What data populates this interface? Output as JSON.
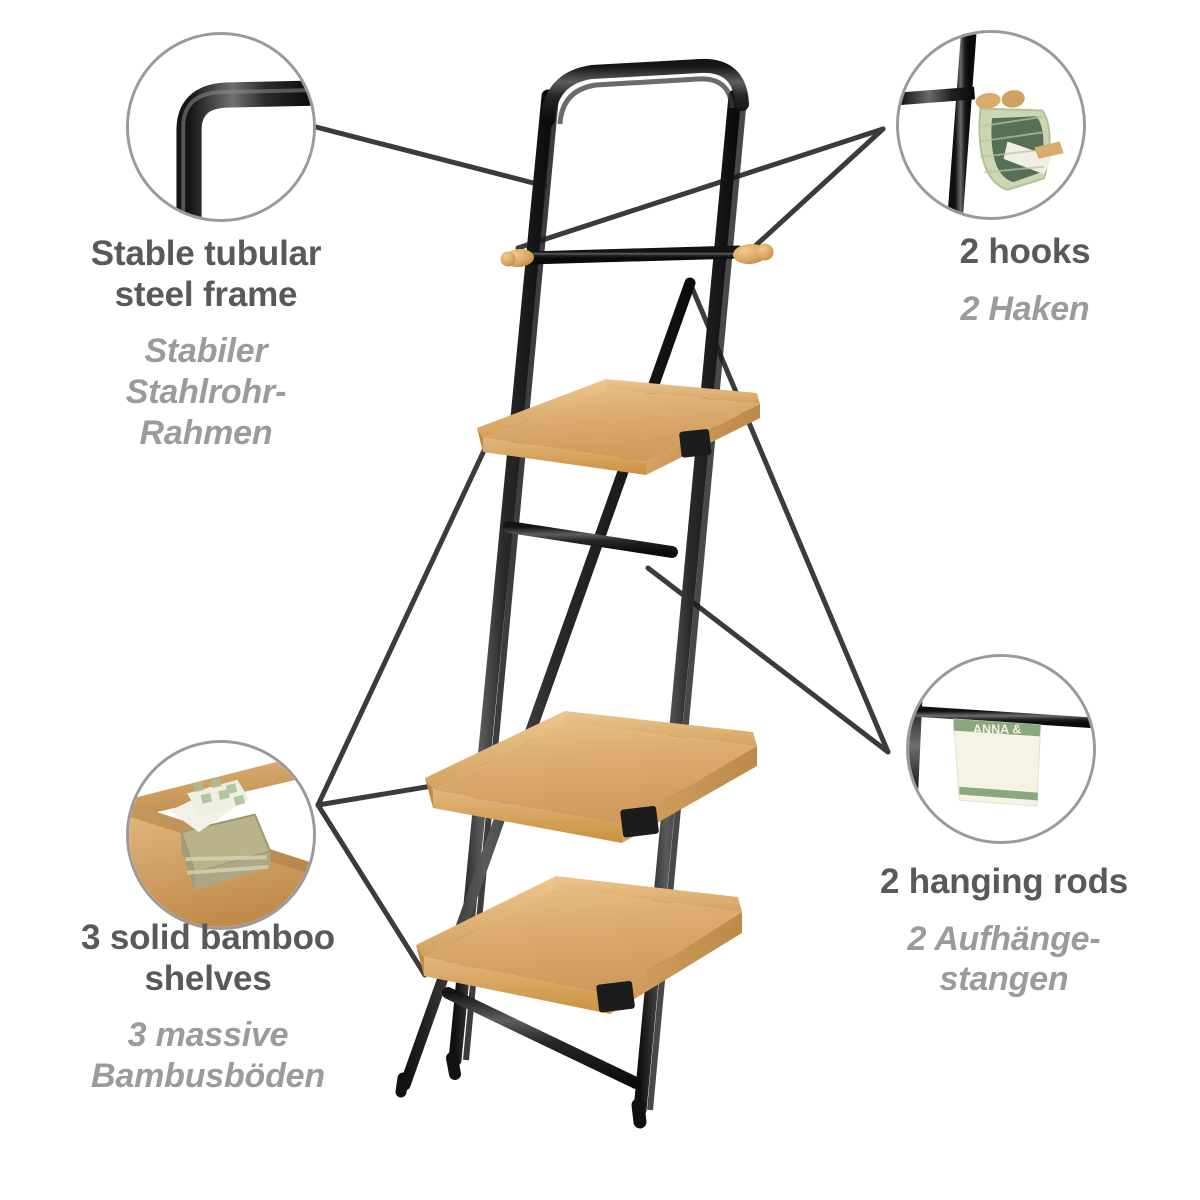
{
  "page": {
    "title": "Bamboo ladder shelf product feature infographic",
    "background_color": "#ffffff",
    "text_color_en": "#595959",
    "text_color_de": "#9b9b9b",
    "circle_border_color": "#9a9a9a",
    "leader_line_color": "#3b3b3b",
    "frame_color": "#222222",
    "bamboo_color": "#d9a košice"
  },
  "callouts": [
    {
      "id": "frame",
      "en": "Stable tubular steel frame",
      "en_lines": [
        "Stable tubular",
        "steel frame"
      ],
      "de": "Stabiler Stahlrohr-Rahmen",
      "de_lines": [
        "Stabiler",
        "Stahlrohr-",
        "Rahmen"
      ],
      "position": "top-left",
      "detail_image": "tubular-steel-corner-closeup"
    },
    {
      "id": "hooks",
      "en": "2 hooks",
      "en_lines": [
        "2 hooks"
      ],
      "de": "2 Haken",
      "de_lines": [
        "2 Haken"
      ],
      "position": "top-right",
      "detail_image": "woven-basket-hanging-on-hook"
    },
    {
      "id": "shelves",
      "en": "3 solid bamboo shelves",
      "en_lines": [
        "3 solid bamboo",
        "shelves"
      ],
      "de": "3 massive Bambusböden",
      "de_lines": [
        "3 massive",
        "Bambusböden"
      ],
      "position": "bottom-left",
      "detail_image": "bamboo-shelf-with-basket-and-towels"
    },
    {
      "id": "rods",
      "en": "2 hanging rods",
      "en_lines": [
        "2 hanging rods"
      ],
      "de": "2 Aufhänge-stangen",
      "de_lines": [
        "2 Aufhänge-",
        "stangen"
      ],
      "position": "bottom-right",
      "detail_image": "towel-on-hanging-rod"
    }
  ],
  "detail_images": {
    "hooks_basket": {
      "basket_color": "#cdd6b4",
      "brush_handle_color": "#d8b479",
      "cloth_color": "#3f5e48"
    },
    "shelves_basket": {
      "shelf_color": "#d2a160",
      "basket_color": "#b9b389",
      "towel_check_color": "#a8bf94"
    },
    "rods_towel": {
      "towel_text": "ANNA &",
      "towel_color": "#f6f3e4",
      "stripe_color": "#8aa87d",
      "rod_color": "#1d1d1d"
    }
  },
  "product": {
    "name": "ladder-shelf",
    "shelf_count": 3,
    "hook_count": 2,
    "rod_count": 2,
    "frame_material": "tubular steel",
    "shelf_material": "bamboo"
  }
}
